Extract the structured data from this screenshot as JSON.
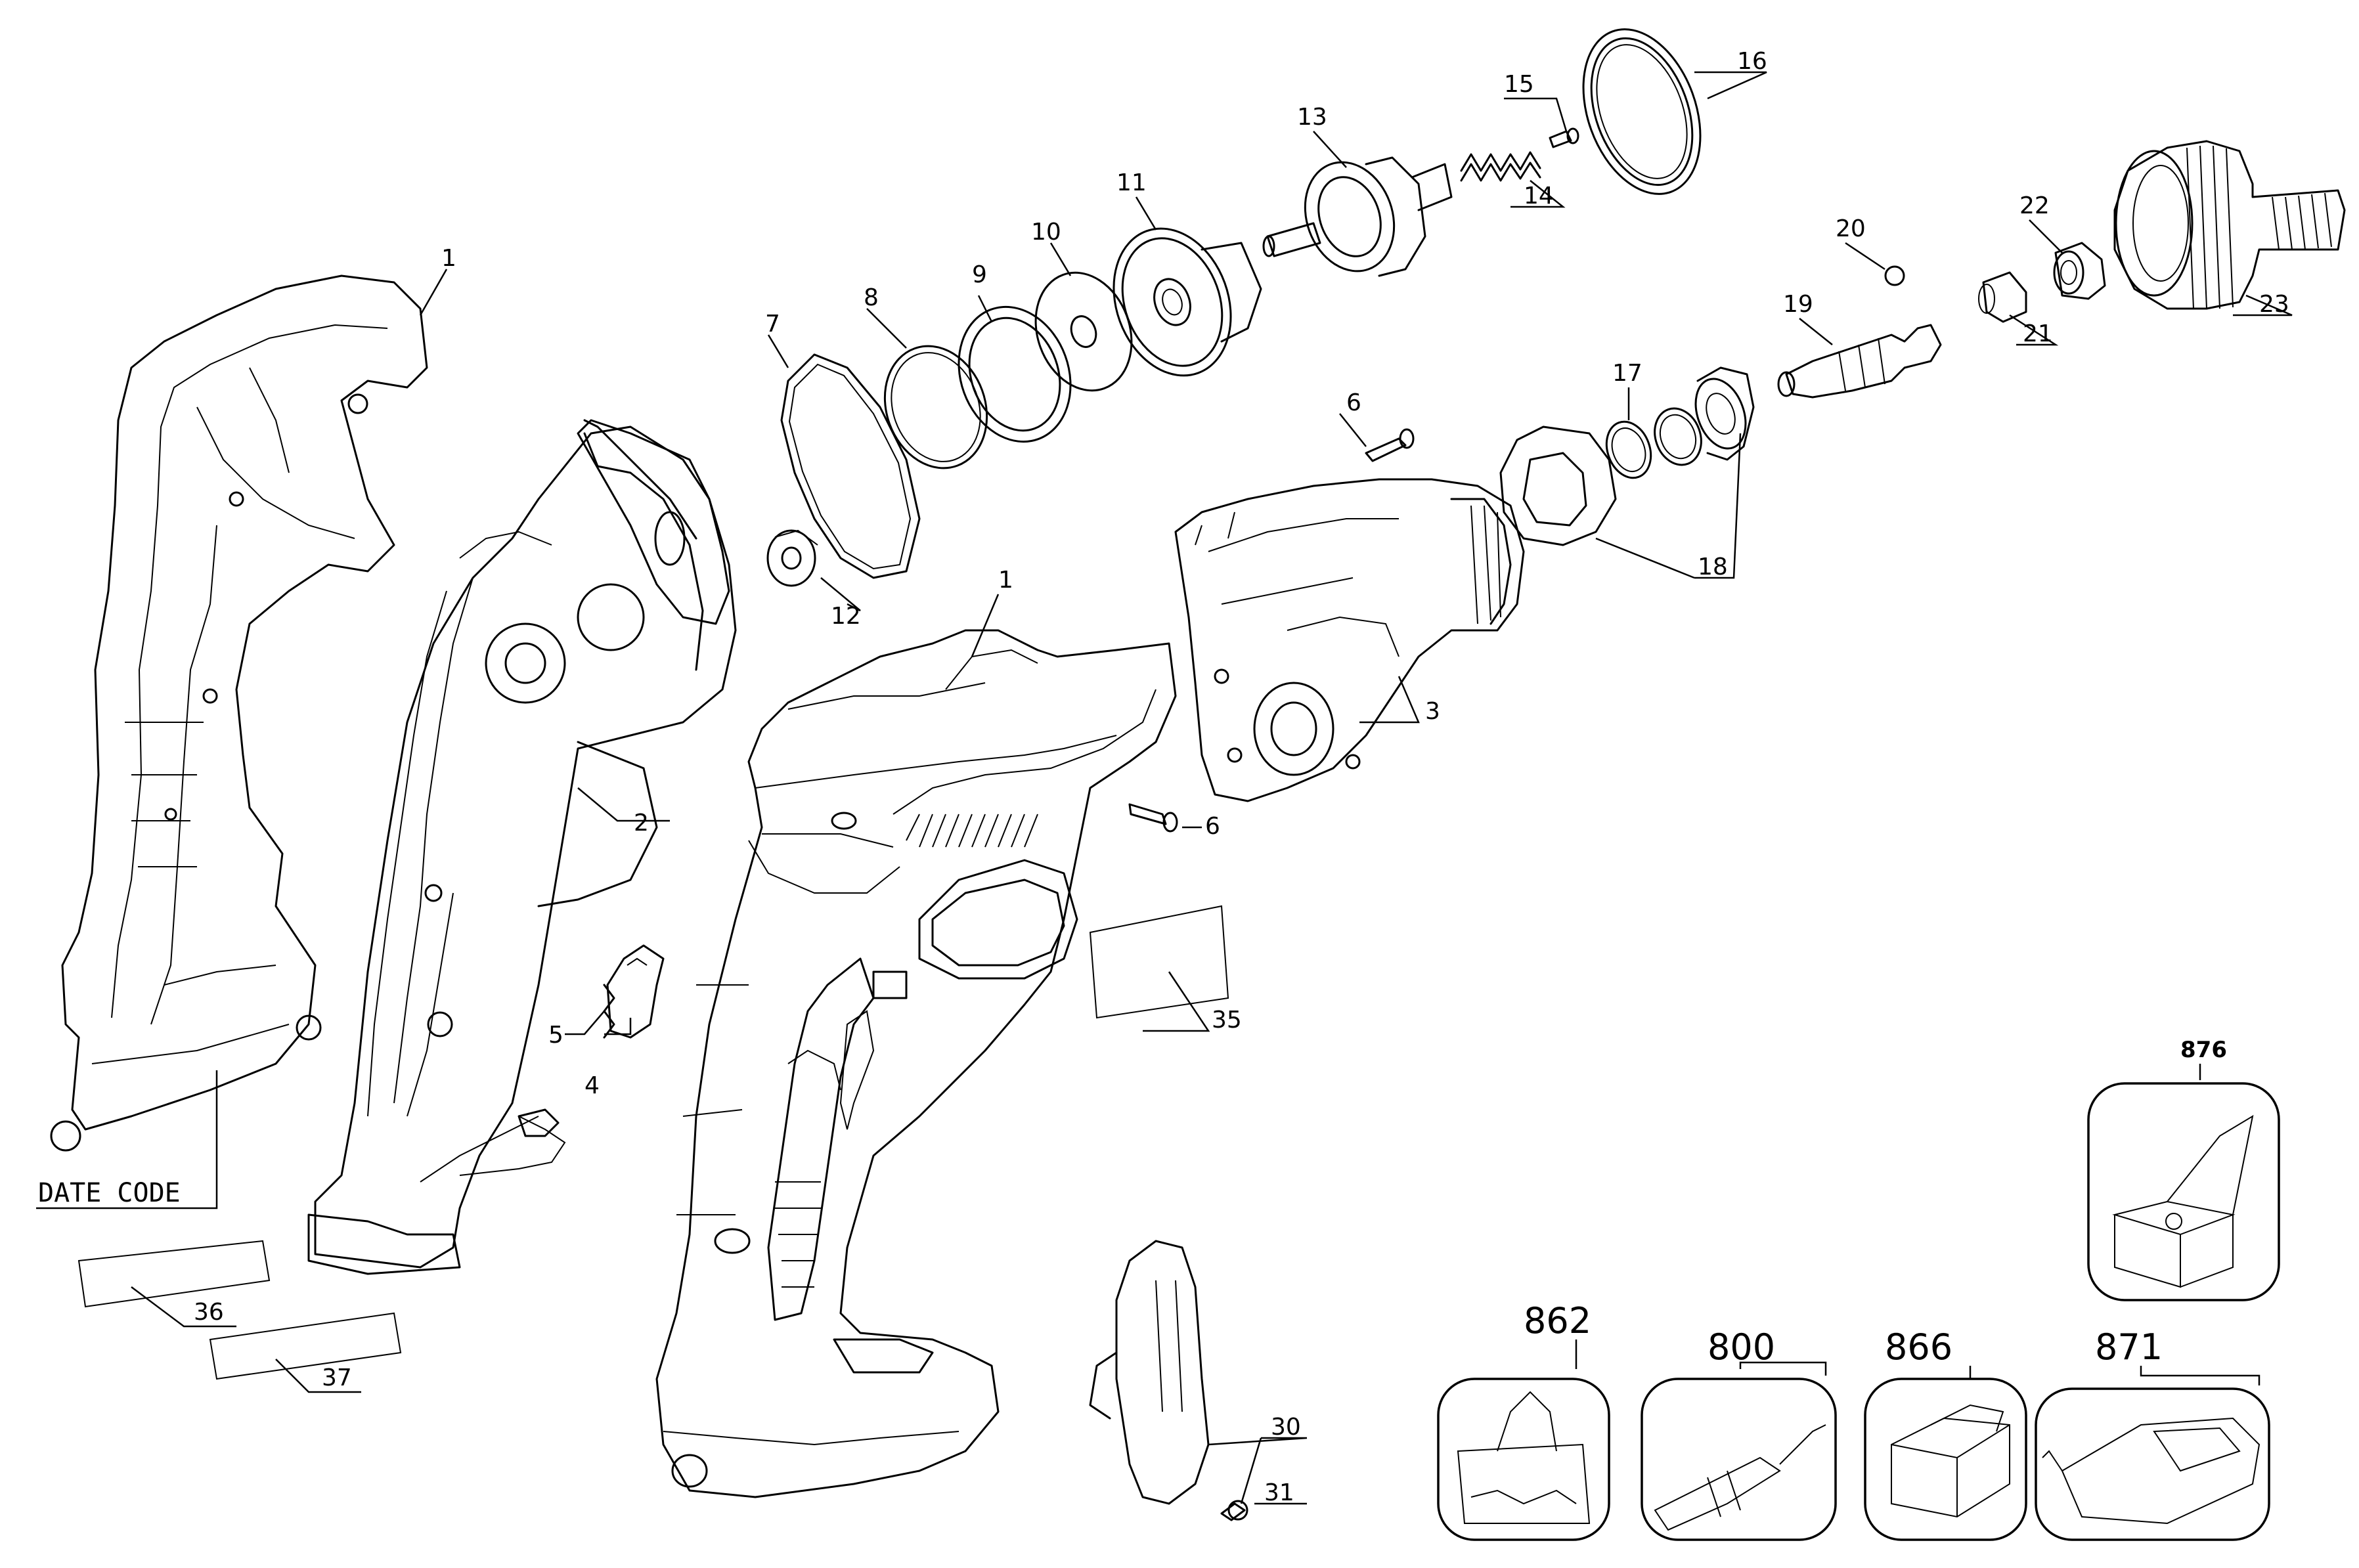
{
  "date_code_label": "DATE CODE",
  "callouts": {
    "p1a": "1",
    "p1b": "1",
    "p2": "2",
    "p3": "3",
    "p4": "4",
    "p5": "5",
    "p6a": "6",
    "p6b": "6",
    "p7": "7",
    "p8": "8",
    "p9": "9",
    "p10": "10",
    "p11": "11",
    "p12": "12",
    "p13": "13",
    "p14": "14",
    "p15": "15",
    "p16": "16",
    "p17": "17",
    "p18": "18",
    "p19": "19",
    "p20": "20",
    "p21": "21",
    "p22": "22",
    "p23": "23",
    "p30": "30",
    "p31": "31",
    "p35": "35",
    "p36": "36",
    "p37": "37"
  },
  "accessories": {
    "a876": "876",
    "a862": "862",
    "a800": "800",
    "a866": "866",
    "a871": "871"
  }
}
